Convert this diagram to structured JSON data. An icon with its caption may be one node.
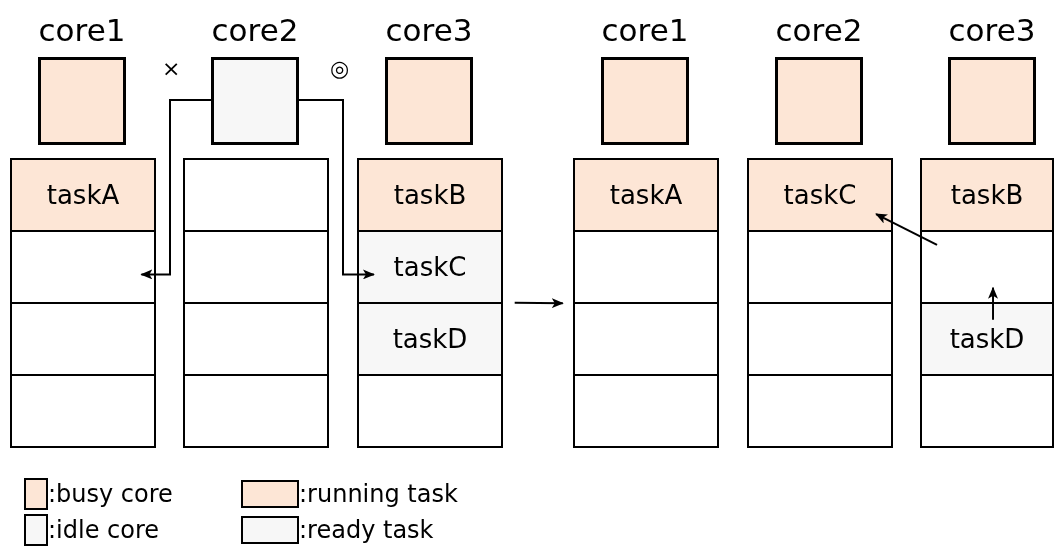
{
  "diagram": {
    "nodes": [
      {
        "text": [
          "core1"
        ]
      },
      {
        "text": [
          "core2"
        ]
      },
      {
        "text": [
          "core3"
        ]
      },
      {
        "text": [
          "taskA"
        ]
      },
      {
        "text": [],
        "shape": "box"
      },
      {
        "text": [],
        "shape": "box"
      },
      {
        "text": [],
        "shape": "box"
      },
      {
        "text": [],
        "shape": "box"
      },
      {
        "text": [],
        "shape": "box"
      },
      {
        "text": [],
        "shape": "box"
      },
      {
        "text": [],
        "shape": "box"
      },
      {
        "text": [
          "taskB"
        ]
      },
      {
        "text": [
          "taskC"
        ]
      },
      {
        "text": [
          "taskD"
        ]
      },
      {
        "text": [],
        "shape": "box"
      },
      {
        "text": [
          "core1"
        ]
      },
      {
        "text": [
          "core2"
        ]
      },
      {
        "text": [
          "core3"
        ]
      },
      {
        "text": [
          "taskA"
        ]
      },
      {
        "text": [],
        "shape": "box"
      },
      {
        "text": [],
        "shape": "box"
      },
      {
        "text": [],
        "shape": "box"
      },
      {
        "text": [
          "taskC"
        ]
      },
      {
        "text": [],
        "shape": "box"
      },
      {
        "text": [],
        "shape": "box"
      },
      {
        "text": [],
        "shape": "box"
      },
      {
        "text": [
          "taskB"
        ]
      },
      {
        "text": [],
        "shape": "box"
      },
      {
        "text": [
          "taskD"
        ]
      },
      {
        "text": [],
        "shape": "box"
      }
    ],
    "edges": [
      {
        "from": 1,
        "to": 4,
        "arrow": "to",
        "label": "×"
      },
      {
        "from": 1,
        "to": 12,
        "arrow": "to",
        "label": "◎"
      },
      {
        "from": 13,
        "to": 19,
        "arrow": "to"
      },
      {
        "from": 27,
        "to": 22,
        "arrow": "to"
      },
      {
        "from": 28,
        "to": 27,
        "arrow": "to"
      }
    ],
    "legend": [
      {
        "text": ":busy core",
        "color": "#fde6d6"
      },
      {
        "text": ":running task",
        "color": "#fde6d6"
      },
      {
        "text": ":idle core",
        "color": "#f7f7f7"
      },
      {
        "text": ":ready task",
        "color": "#f7f7f7"
      }
    ]
  }
}
